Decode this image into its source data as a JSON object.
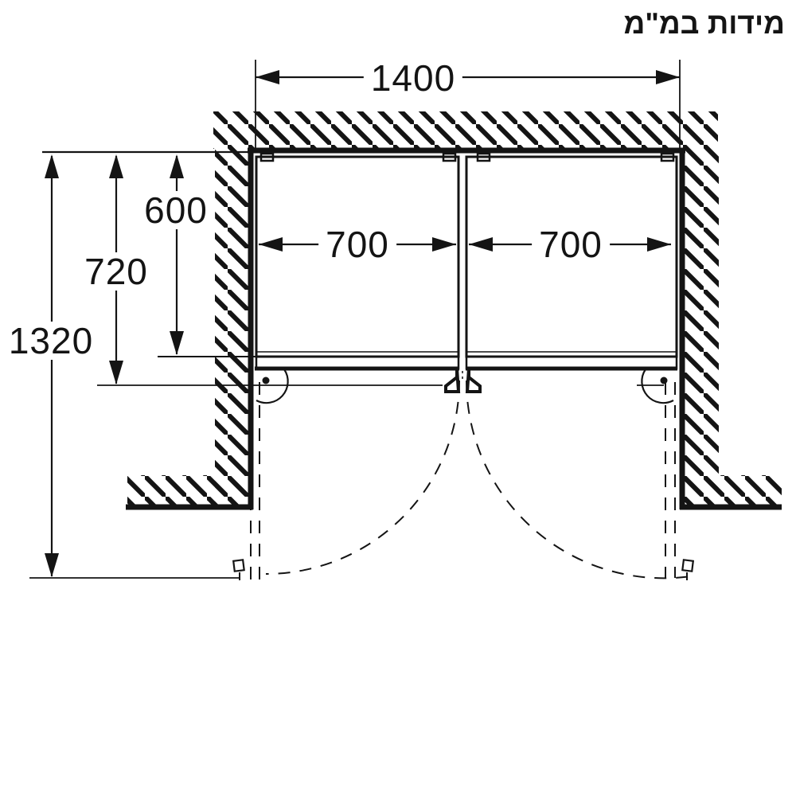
{
  "title": {
    "text": "מידות במ\"מ"
  },
  "dimension_labels": {
    "total_width": "1400",
    "left_compartment_width": "700",
    "right_compartment_width": "700",
    "niche_depth": "600",
    "depth_with_door": "720",
    "depth_door_open": "1320"
  },
  "colors": {
    "ink": "#141414",
    "background": "#ffffff"
  }
}
